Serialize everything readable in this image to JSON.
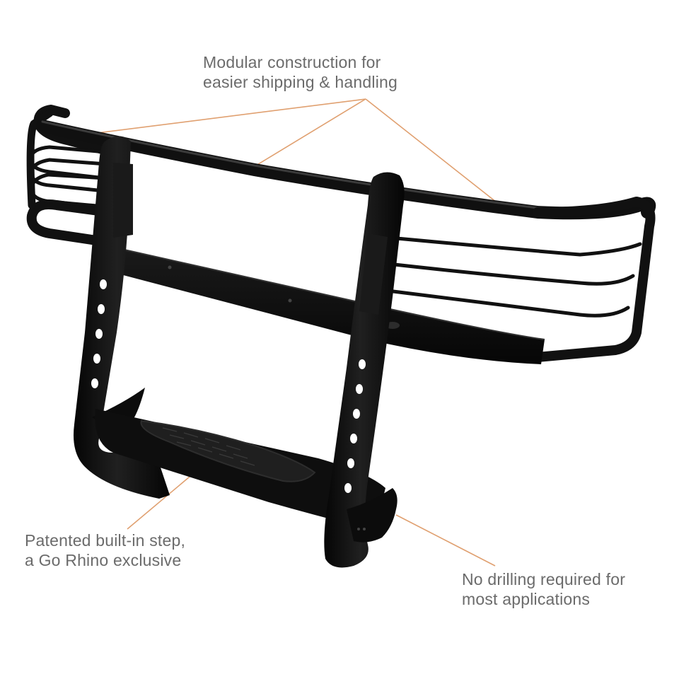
{
  "callouts": {
    "modular": {
      "line1": "Modular construction for",
      "line2": "easier shipping & handling"
    },
    "step": {
      "line1": "Patented built-in step,",
      "line2": "a Go Rhino exclusive"
    },
    "drilling": {
      "line1": "No drilling required for",
      "line2": "most applications"
    }
  },
  "colors": {
    "background": "#ffffff",
    "callout_text": "#6b6b6b",
    "leader_line": "#e0a070",
    "product": "#111111"
  },
  "product": {
    "icon": "grille-guard-image"
  }
}
